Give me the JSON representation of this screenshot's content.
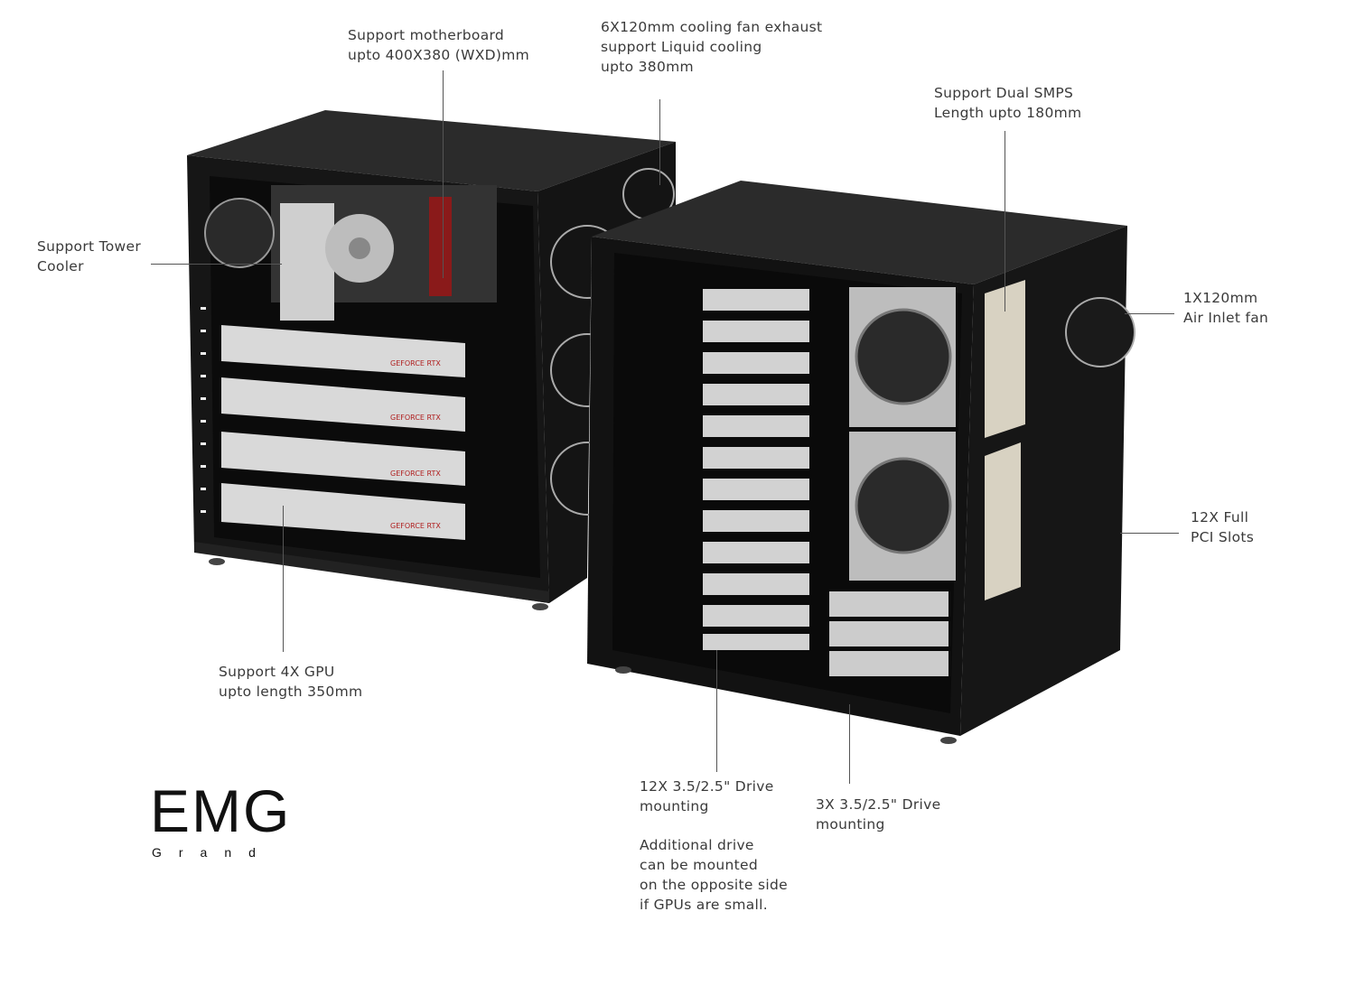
{
  "callouts": {
    "motherboard": "Support motherboard\nupto 400X380 (WXD)mm",
    "exhaust_fans": "6X120mm cooling fan exhaust\nsupport Liquid cooling\nupto 380mm",
    "dual_smps": "Support Dual SMPS\nLength upto 180mm",
    "tower_cooler": "Support Tower\nCooler",
    "inlet_fan": "1X120mm\nAir Inlet fan",
    "pci_slots": "12X Full\nPCI Slots",
    "gpu": "Support 4X GPU\nupto length 350mm",
    "drives_12": "12X 3.5/2.5\" Drive\nmounting",
    "drives_note": "Additional drive\ncan be mounted\non the opposite side\nif GPUs are small.",
    "drives_3": "3X 3.5/2.5\" Drive\nmounting"
  },
  "logo": {
    "main": "EMG",
    "sub": "Grand"
  },
  "gpu_brand": "GEFORCE RTX",
  "colors": {
    "case": "#1a1a1a",
    "case_top": "#2a2a2a",
    "metal": "#c9c9c9"
  }
}
